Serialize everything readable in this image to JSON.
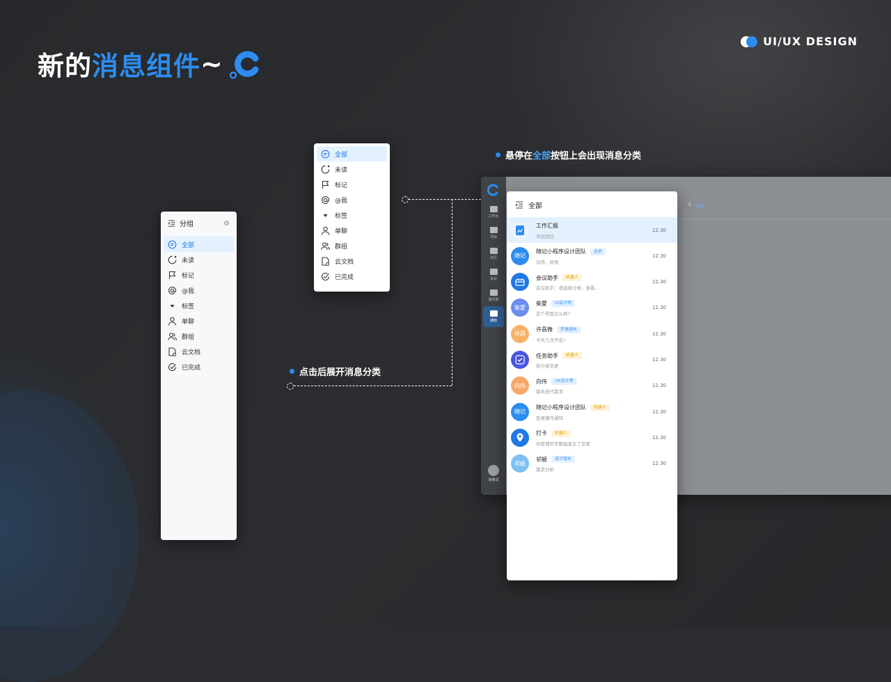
{
  "header": {
    "title_prefix": "新的",
    "title_highlight": "消息组件",
    "title_suffix": "~",
    "brand": "UI/UX DESIGN",
    "accent": "#2d8cf0"
  },
  "group_panel": {
    "title": "分组",
    "items": [
      {
        "label": "全部",
        "icon": "chat-bubble-icon",
        "active": true
      },
      {
        "label": "未读",
        "icon": "unread-bubble-icon"
      },
      {
        "label": "标记",
        "icon": "flag-icon"
      },
      {
        "label": "@我",
        "icon": "at-icon"
      },
      {
        "label": "标签",
        "icon": "triangle-down-icon"
      },
      {
        "label": "单聊",
        "icon": "user-icon"
      },
      {
        "label": "群组",
        "icon": "group-icon"
      },
      {
        "label": "云文档",
        "icon": "cloud-doc-icon"
      },
      {
        "label": "已完成",
        "icon": "check-circle-icon"
      }
    ]
  },
  "annotations": {
    "hover_prefix": "悬停在",
    "hover_highlight": "全部",
    "hover_suffix": "按钮上会出现消息分类",
    "click": "点击后展开消息分类"
  },
  "app": {
    "rail": [
      {
        "label": "工作台"
      },
      {
        "label": "项目"
      },
      {
        "label": "日历"
      },
      {
        "label": "会议"
      },
      {
        "label": "通讯录"
      },
      {
        "label": "通知",
        "active": true
      }
    ],
    "user_label": "易楠漾",
    "topbar_count": "5",
    "topbar_tag": "全部"
  },
  "message_list": {
    "title": "全部",
    "rows": [
      {
        "name": "工作汇报",
        "preview": "评论回应",
        "time": "12.30",
        "avatar": "",
        "color": "#e9f4ff",
        "active": true
      },
      {
        "name": "随记小程序设计团队",
        "tag": "全员",
        "tag_style": "blue",
        "preview": "向伟：收到",
        "time": "12.30",
        "avatar": "随记",
        "color": "#2d8cf0"
      },
      {
        "name": "会议助手",
        "tag": "机器人",
        "tag_style": "yellow",
        "preview": "会议助手：请选择分类、查看...",
        "time": "12.30",
        "avatar": "",
        "color": "#1f78e6"
      },
      {
        "name": "柴蒙",
        "tag": "UI设计师",
        "tag_style": "blue",
        "preview": "这个界面怎么样?",
        "time": "12.30",
        "avatar": "柴蒙",
        "color": "#6b8ef0"
      },
      {
        "name": "许昌微",
        "tag": "开发组长",
        "tag_style": "blue",
        "preview": "今天几点开会?",
        "time": "12.30",
        "avatar": "许昌",
        "color": "#f7b267"
      },
      {
        "name": "任务助手",
        "tag": "机器人",
        "tag_style": "yellow",
        "preview": "执行者变更",
        "time": "12.30",
        "avatar": "",
        "color": "#4856e0"
      },
      {
        "name": "向伟",
        "tag": "UX设计师",
        "tag_style": "blue",
        "preview": "版本迭代需求",
        "time": "12.30",
        "avatar": "向伟",
        "color": "#f6a86a"
      },
      {
        "name": "随记小程序设计团队",
        "tag": "机器人",
        "tag_style": "yellow",
        "preview": "登录操作通知",
        "time": "12.30",
        "avatar": "随记",
        "color": "#2d8cf0"
      },
      {
        "name": "打卡",
        "tag": "机器人",
        "tag_style": "yellow",
        "preview": "你管理的考勤组发生了变更",
        "time": "12.30",
        "avatar": "",
        "color": "#1f78e6"
      },
      {
        "name": "祁颖",
        "tag": "设计组长",
        "tag_style": "blue",
        "preview": "需求分析",
        "time": "12.30",
        "avatar": "祁颖",
        "color": "#7fc0f2"
      }
    ]
  }
}
